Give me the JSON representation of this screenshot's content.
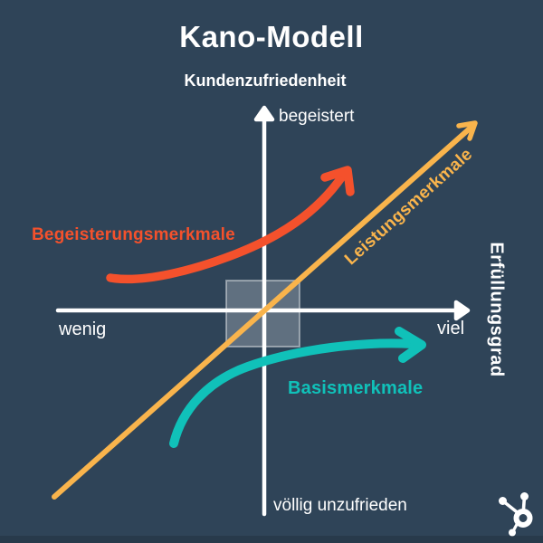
{
  "title": "Kano-Modell",
  "colors": {
    "background": "#2f4458",
    "axis": "#ffffff",
    "excitement": "#f4512c",
    "performance": "#f9b44c",
    "basic": "#10c1b9",
    "center_square_fill": "rgba(255,255,255,0.24)",
    "center_square_border": "rgba(255,255,255,0.42)"
  },
  "axes": {
    "y_title": "Kundenzufriedenheit",
    "y_max": "begeistert",
    "y_min": "völlig unzufrieden",
    "x_min": "wenig",
    "x_max": "viel",
    "x_title": "Erfüllungsgrad"
  },
  "curves": {
    "excitement_label": "Begeisterungsmerkmale",
    "performance_label": "Leistungsmerkmale",
    "basic_label": "Basismerkmale"
  },
  "logo": {
    "name": "hubspot-sprocket"
  }
}
